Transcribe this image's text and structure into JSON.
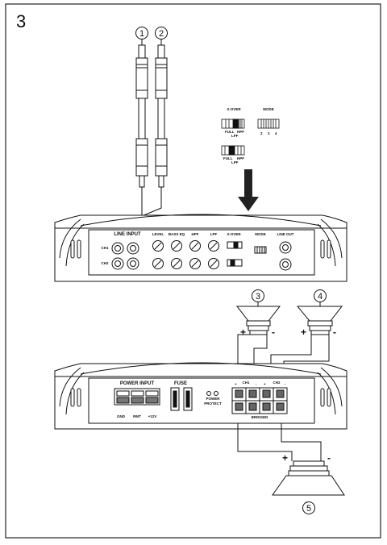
{
  "page_number": "3",
  "callouts": [
    "1",
    "2",
    "3",
    "4",
    "5"
  ],
  "switch_labels": {
    "xover": "X-OVER",
    "mode": "MODE",
    "full": "FULL",
    "hpf": "HPF",
    "lpf": "LPF",
    "mode_positions": [
      "2",
      "3",
      "4"
    ]
  },
  "top_panel": {
    "line_input": "LINE INPUT",
    "ch1": "CH1",
    "ch2": "CH2",
    "level": "LEVEL",
    "bass_eq": "BASS EQ",
    "hpf": "HPF",
    "lpf": "LPF",
    "xover": "X-OVER",
    "mode": "MODE",
    "line_out": "LINE OUT"
  },
  "bottom_panel": {
    "power_input": "POWER INPUT",
    "fuse": "FUSE",
    "power": "POWER",
    "protect": "PROTECT",
    "gnd": "GND",
    "rmt": "RMT",
    "b12v": "+12V",
    "bridged": "BRIDGED",
    "ch1": "CH1",
    "ch2": "CH2"
  },
  "polarity": {
    "plus": "+",
    "minus": "-"
  },
  "colors": {
    "ink": "#111111",
    "arrow": "#222222",
    "background": "#ffffff"
  }
}
